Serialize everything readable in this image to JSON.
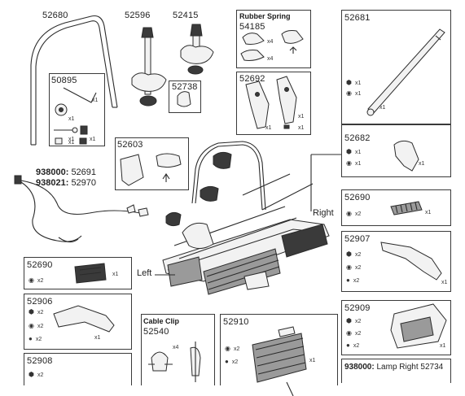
{
  "parts": {
    "p52680": "52680",
    "p52596": "52596",
    "p52415": "52415",
    "p50895": "50895",
    "p52738": "52738",
    "p52603": "52603",
    "p52681": "52681",
    "p52682": "52682",
    "p52692": "52692",
    "p54185": "54185",
    "p52690a": "52690",
    "p52690b": "52690",
    "p52907": "52907",
    "p52906": "52906",
    "p52909": "52909",
    "p52908": "52908",
    "p52540": "52540",
    "p52910": "52910"
  },
  "titles": {
    "rubber_spring": "Rubber Spring",
    "cable_clip": "Cable Clip"
  },
  "cable": {
    "code1": "938000:",
    "part1": "52691",
    "code2": "938021:",
    "part2": "52970"
  },
  "lamp": {
    "code": "938000:",
    "label": "Lamp Right",
    "part": "52734"
  },
  "sides": {
    "right": "Right",
    "left": "Left"
  },
  "q": {
    "x1": "x1",
    "x2": "x2",
    "x4": "x4"
  },
  "icons": {
    "nut": "hex-nut-icon",
    "washer": "washer-icon",
    "bolt": "bolt-icon",
    "screw": "screw-icon"
  }
}
